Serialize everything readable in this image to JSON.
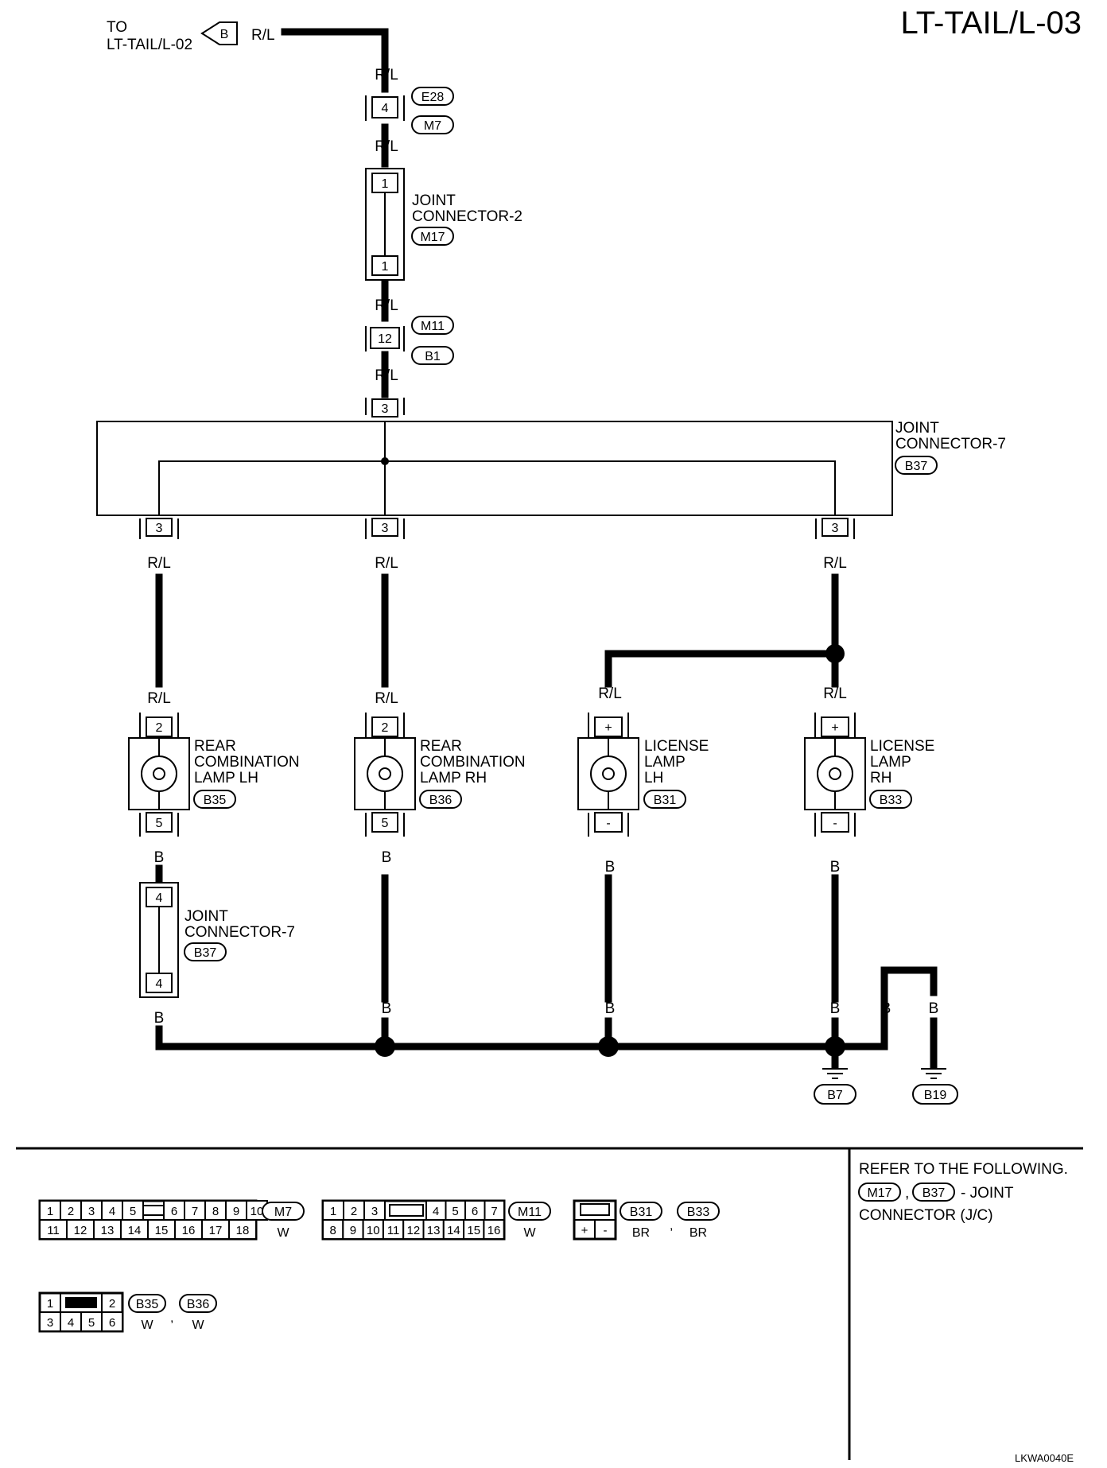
{
  "title": "LT-TAIL/L-03",
  "figure_code": "LKWA0040E",
  "top_ref": {
    "to_label": "TO",
    "target": "LT-TAIL/L-02",
    "flag": "B",
    "wire": "R/L"
  },
  "wire_colors": {
    "rl": "R/L",
    "b": "B",
    "w": "W",
    "br": "BR"
  },
  "connectors": {
    "e28_m7": {
      "pin": "4",
      "codes": [
        "E28",
        "M7"
      ]
    },
    "jc2": {
      "name_l1": "JOINT",
      "name_l2": "CONNECTOR-2",
      "code": "M17",
      "pin_top": "1",
      "pin_bottom": "1"
    },
    "m11_b1": {
      "pin": "12",
      "codes": [
        "M11",
        "B1"
      ]
    },
    "jc7": {
      "name_l1": "JOINT",
      "name_l2": "CONNECTOR-7",
      "code": "B37",
      "pin": "3"
    }
  },
  "lamps": [
    {
      "name_l1": "REAR",
      "name_l2": "COMBINATION",
      "name_l3": "LAMP LH",
      "code": "B35",
      "pin_top": "2",
      "pin_bottom": "5"
    },
    {
      "name_l1": "REAR",
      "name_l2": "COMBINATION",
      "name_l3": "LAMP RH",
      "code": "B36",
      "pin_top": "2",
      "pin_bottom": "5"
    },
    {
      "name_l1": "LICENSE",
      "name_l2": "LAMP",
      "name_l3": "LH",
      "code": "B31",
      "pin_top": "+",
      "pin_bottom": "-"
    },
    {
      "name_l1": "LICENSE",
      "name_l2": "LAMP",
      "name_l3": "RH",
      "code": "B33",
      "pin_top": "+",
      "pin_bottom": "-"
    }
  ],
  "lower_jc7": {
    "name_l1": "JOINT",
    "name_l2": "CONNECTOR-7",
    "code": "B37",
    "pin_top": "4",
    "pin_bottom": "4"
  },
  "grounds": [
    "B7",
    "B19"
  ],
  "connector_tables": {
    "m7": {
      "row1": [
        "1",
        "2",
        "3",
        "4",
        "5",
        "6",
        "7",
        "8",
        "9",
        "10"
      ],
      "row2": [
        "11",
        "12",
        "13",
        "14",
        "15",
        "16",
        "17",
        "18"
      ],
      "code": "M7",
      "color": "W"
    },
    "m11": {
      "row1": [
        "1",
        "2",
        "3",
        "4",
        "5",
        "6",
        "7"
      ],
      "row2": [
        "8",
        "9",
        "10",
        "11",
        "12",
        "13",
        "14",
        "15",
        "16"
      ],
      "code": "M11",
      "color": "W"
    },
    "b31_b33": {
      "row2": [
        "+",
        "-"
      ],
      "codes": [
        "B31",
        "B33"
      ],
      "colors": [
        "BR",
        "BR"
      ]
    },
    "b35_b36": {
      "row1": [
        "1",
        "2"
      ],
      "row2": [
        "3",
        "4",
        "5",
        "6"
      ],
      "codes": [
        "B35",
        "B36"
      ],
      "colors": [
        "W",
        "W"
      ]
    }
  },
  "refer": {
    "line1": "REFER TO THE FOLLOWING.",
    "codes": [
      "M17",
      "B37"
    ],
    "sep": ",",
    "suffix": "- JOINT",
    "line3": "CONNECTOR (J/C)"
  }
}
